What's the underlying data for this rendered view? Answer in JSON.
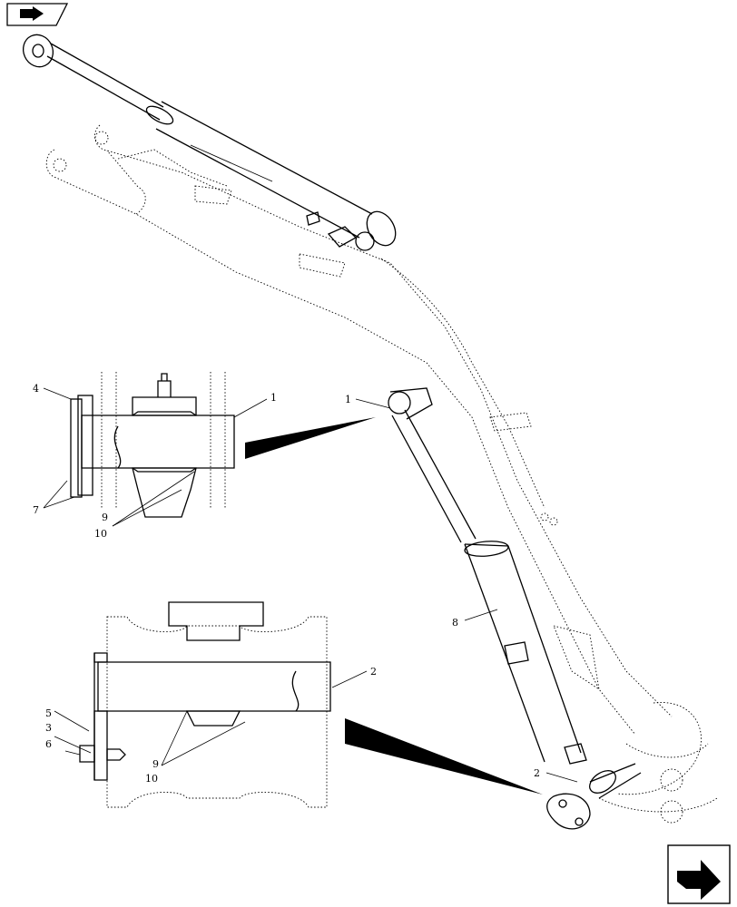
{
  "callouts": {
    "top_detail": {
      "label_4": "4",
      "label_1": "1",
      "label_7": "7",
      "label_9": "9",
      "label_10": "10"
    },
    "bottom_detail": {
      "label_2": "2",
      "label_5": "5",
      "label_3": "3",
      "label_6": "6",
      "label_9": "9",
      "label_10": "10"
    },
    "main": {
      "label_1": "1",
      "label_8": "8",
      "label_2": "2"
    }
  },
  "icons": {
    "top_left": "book-arrow-icon",
    "bottom_right": "next-page-arrow-icon"
  }
}
